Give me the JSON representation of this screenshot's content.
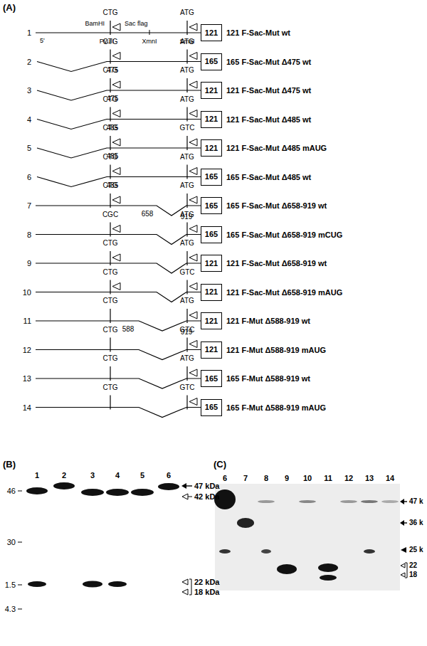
{
  "diagram": {
    "nodes": [
      {
        "text": [
          "121"
        ]
      },
      {
        "text": [
          "165"
        ]
      },
      {
        "text": [
          "121"
        ]
      },
      {
        "text": [
          "121"
        ]
      },
      {
        "text": [
          "121"
        ]
      },
      {
        "text": [
          "165"
        ]
      },
      {
        "text": [
          "165"
        ]
      },
      {
        "text": [
          "165"
        ]
      },
      {
        "text": [
          "121"
        ]
      },
      {
        "text": [
          "121"
        ]
      },
      {
        "text": [
          "121"
        ]
      },
      {
        "text": [
          "121"
        ]
      },
      {
        "text": [
          "165"
        ]
      },
      {
        "text": [
          "165"
        ]
      }
    ],
    "labels": [
      "(A)",
      "1",
      "5'",
      "BamHI",
      "CTG",
      "PvuII",
      "Sac flag",
      "XmnI",
      "ATG",
      "SmaI",
      "121 F-Sac-Mut wt",
      "2",
      "CTG",
      "475",
      "ATG",
      "165 F-Sac-Mut Δ475 wt",
      "3",
      "CTG",
      "475",
      "ATG",
      "121 F-Sac-Mut Δ475 wt",
      "4",
      "CTG",
      "485",
      "ATG",
      "121 F-Sac-Mut Δ485 wt",
      "5",
      "CTG",
      "485",
      "GTC",
      "121 F-Sac-Mut Δ485 mAUG",
      "6",
      "CTG",
      "485",
      "ATG",
      "165 F-Sac-Mut Δ485 wt",
      "7",
      "CTG",
      "658",
      "919",
      "ATG",
      "165 F-Sac-Mut Δ658-919 wt",
      "8",
      "CGC",
      "ATG",
      "165 F-Sac-Mut Δ658-919 mCUG",
      "9",
      "CTG",
      "ATG",
      "121 F-Sac-Mut Δ658-919 wt",
      "10",
      "CTG",
      "GTC",
      "121 F-Sac-Mut Δ658-919 mAUG",
      "11",
      "CTG",
      "588",
      "919",
      "ATG",
      "121 F-Mut Δ588-919 wt",
      "12",
      "CTG",
      "GTC",
      "121 F-Mut Δ588-919 mAUG",
      "13",
      "CTG",
      "ATG",
      "165 F-Mut Δ588-919 wt",
      "14",
      "CTG",
      "GTC",
      "165 F-Mut Δ588-919 mAUG",
      "(B)",
      "1",
      "2",
      "3",
      "4",
      "5",
      "6",
      "46",
      "30",
      "1.5",
      "4.3",
      "47 kDa",
      "42 kDa",
      "22 kDa",
      "18 kDa",
      "(C)",
      "6",
      "7",
      "8",
      "9",
      "10",
      "11",
      "12",
      "13",
      "14",
      "47 k",
      "36 k",
      "25 k",
      "22",
      "18"
    ]
  }
}
